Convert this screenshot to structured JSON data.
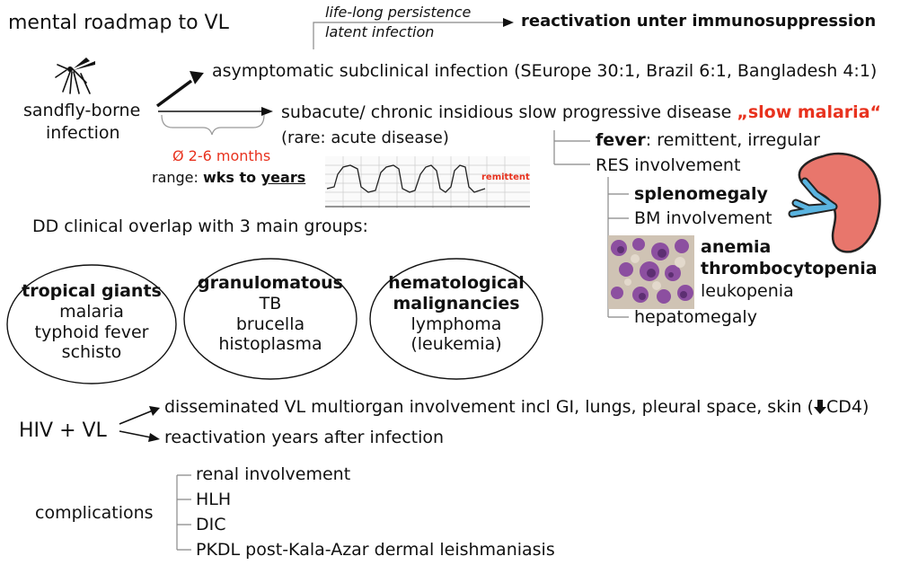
{
  "title": "mental roadmap to VL",
  "persistence": {
    "line1": "life-long persistence",
    "line2": "latent infection",
    "reactivation": "reactivation unter immunosuppression"
  },
  "infection": {
    "line1": "sandfly-borne",
    "line2": "infection",
    "incubation": "Ø 2-6 months",
    "range_prefix": "range: ",
    "range_wks": "wks to ",
    "range_years": "years"
  },
  "asymptomatic": "asymptomatic subclinical infection (SEurope 30:1, Brazil 6:1, Bangladesh 4:1)",
  "subacute": {
    "text": "subacute/ chronic insidious slow progressive disease ",
    "highlight": "„slow malaria“",
    "rare": "(rare: acute disease)"
  },
  "fever_chart_label": "remittent",
  "findings": {
    "fever_bold": "fever",
    "fever_rest": ": remittent, irregular",
    "res": "RES involvement",
    "splenomegaly": "splenomegaly",
    "bm": "BM involvement",
    "anemia": "anemia",
    "thrombocytopenia": "thrombocytopenia",
    "leukopenia": "leukopenia",
    "hepatomegaly": "hepatomegaly"
  },
  "dd": {
    "heading": "DD clinical overlap with 3 main groups:",
    "groups": [
      {
        "title": "tropical giants",
        "items": [
          "malaria",
          "typhoid fever",
          "schisto"
        ]
      },
      {
        "title": "granulomatous",
        "items": [
          "TB",
          "brucella",
          "histoplasma"
        ]
      },
      {
        "title_line1": "hematological",
        "title_line2": "malignancies",
        "items": [
          "lymphoma",
          "(leukemia)"
        ]
      }
    ]
  },
  "hiv": {
    "label": "HIV + VL",
    "line1_text": "disseminated VL multiorgan involvement incl GI, lungs, pleural space, skin (",
    "line1_end": "CD4)",
    "line2": "reactivation years after infection"
  },
  "complications": {
    "label": "complications",
    "items": [
      "renal involvement",
      "HLH",
      "DIC",
      "PKDL post-Kala-Azar dermal leishmaniasis"
    ]
  },
  "colors": {
    "accent_red": "#e8321e",
    "spleen": "#e8766c",
    "vessel": "#5ab4e0"
  },
  "icons": [
    "mosquito-icon",
    "spleen-icon",
    "down-arrow-icon"
  ]
}
